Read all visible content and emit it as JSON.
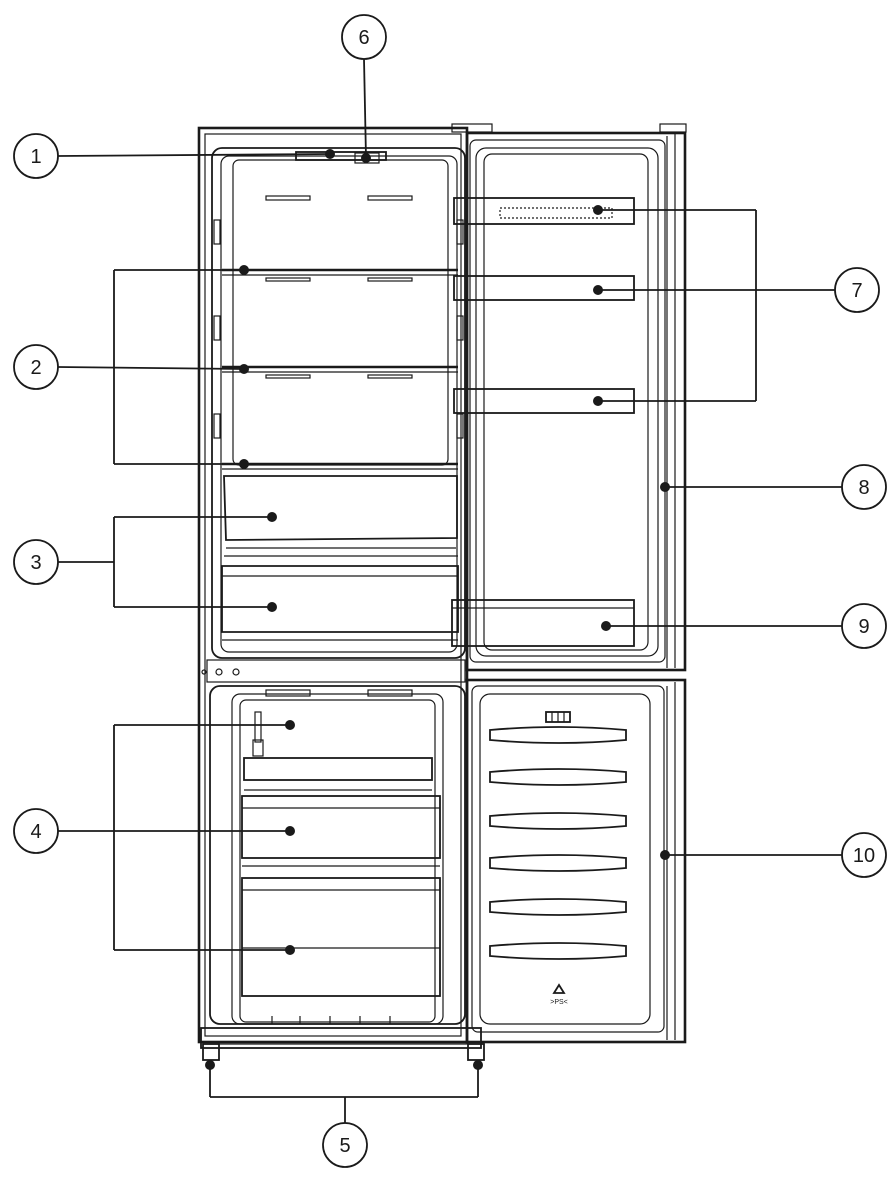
{
  "callouts": [
    {
      "id": "1",
      "label": "1"
    },
    {
      "id": "2",
      "label": "2"
    },
    {
      "id": "3",
      "label": "3"
    },
    {
      "id": "4",
      "label": "4"
    },
    {
      "id": "5",
      "label": "5"
    },
    {
      "id": "6",
      "label": "6"
    },
    {
      "id": "7",
      "label": "7"
    },
    {
      "id": "8",
      "label": "8"
    },
    {
      "id": "9",
      "label": "9"
    },
    {
      "id": "10",
      "label": "10"
    }
  ],
  "colors": {
    "line": "#1a1a1a",
    "background": "#ffffff"
  },
  "icons": [
    "recycle-icon",
    "display-panel-icon"
  ]
}
